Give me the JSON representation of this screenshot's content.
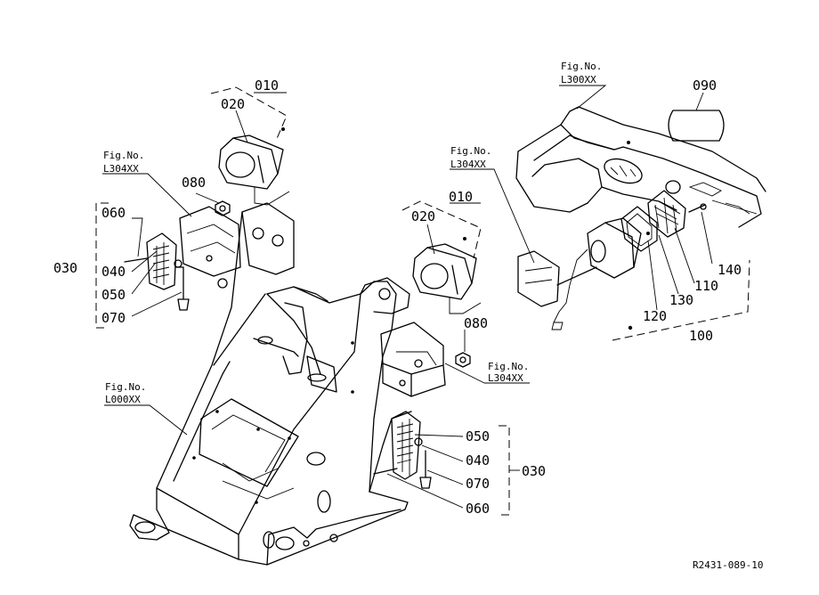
{
  "labels": {
    "l010a": "010",
    "l020a": "020",
    "l010b": "010",
    "l020b": "020",
    "l080a": "080",
    "l080b": "080",
    "l090": "090",
    "l060a": "060",
    "l040a": "040",
    "l050a": "050",
    "l070a": "070",
    "l030a": "030",
    "l050b": "050",
    "l040b": "040",
    "l070b": "070",
    "l060b": "060",
    "l030b": "030",
    "l140": "140",
    "l110": "110",
    "l130": "130",
    "l120": "120",
    "l100": "100"
  },
  "figrefs": {
    "f1_line1": "Fig.No.",
    "f1_line2": "L304XX",
    "f2_line1": "Fig.No.",
    "f2_line2": "L304XX",
    "f3_line1": "Fig.No.",
    "f3_line2": "L304XX",
    "f4_line1": "Fig.No.",
    "f4_line2": "L300XX",
    "f5_line1": "Fig.No.",
    "f5_line2": "L000XX"
  },
  "drawing_code": "R2431-089-10"
}
